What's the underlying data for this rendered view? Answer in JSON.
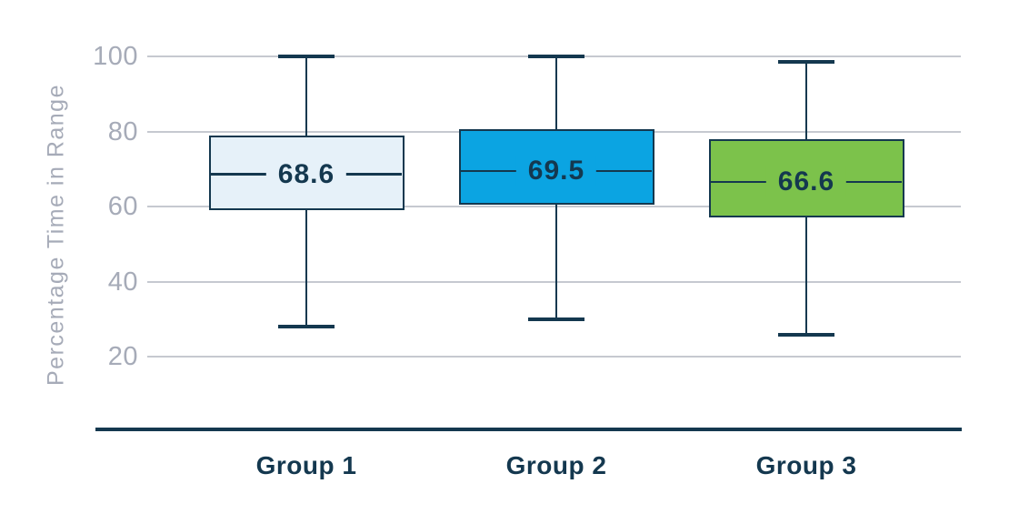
{
  "chart_data": {
    "type": "box",
    "title": "",
    "xlabel": "",
    "ylabel": "Percentage Time in Range",
    "ylim": [
      0,
      100
    ],
    "yticks": [
      {
        "label": "100",
        "value": 100
      },
      {
        "label": "80",
        "value": 80
      },
      {
        "label": "60",
        "value": 60
      },
      {
        "label": "40",
        "value": 40
      },
      {
        "label": "20",
        "value": 20
      }
    ],
    "grid": "horizontal",
    "legend": "none",
    "categories": [
      "Group 1",
      "Group 2",
      "Group 3"
    ],
    "series": [
      {
        "name": "Group 1",
        "min": 28,
        "q1": 59,
        "median": 68.6,
        "q3": 79,
        "max": 100,
        "median_label": "68.6",
        "fill": "#E6F1F9"
      },
      {
        "name": "Group 2",
        "min": 30,
        "q1": 60.5,
        "median": 69.5,
        "q3": 80.5,
        "max": 100,
        "median_label": "69.5",
        "fill": "#0BA4E2"
      },
      {
        "name": "Group 3",
        "min": 25.8,
        "q1": 57,
        "median": 66.6,
        "q3": 78,
        "max": 98.5,
        "median_label": "66.6",
        "fill": "#7CC24B"
      }
    ],
    "colors": {
      "background": "#FFFFFF",
      "box_border": "#14384F",
      "whisker": "#14384F",
      "median_text": "#14384F",
      "axis_line": "#14384F",
      "group_label_text": "#14384F",
      "gridline": "#C6C9D0",
      "axis_tick_text": "#A6ABB8"
    }
  }
}
